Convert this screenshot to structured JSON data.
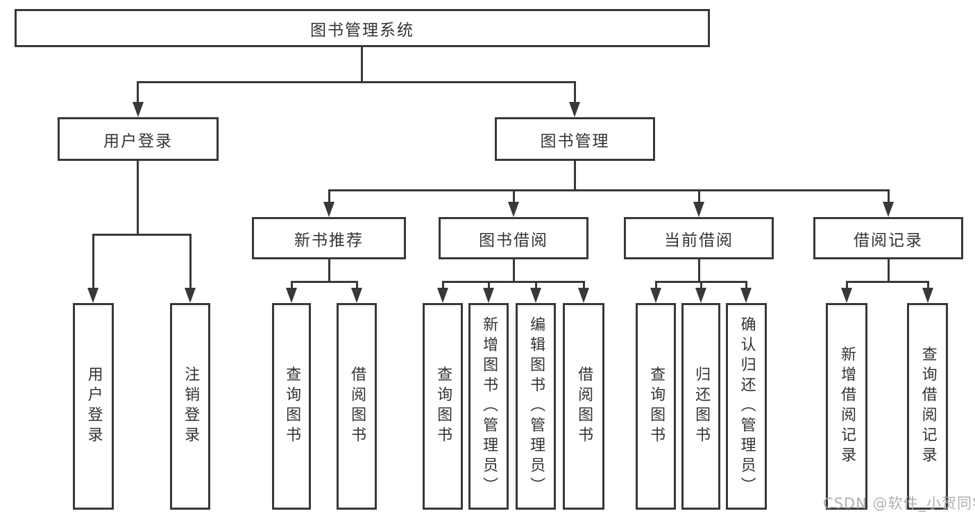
{
  "tree": {
    "root": {
      "label": "图书管理系统"
    },
    "branches": [
      {
        "label": "用户登录",
        "children": [
          {
            "label": "用户登录"
          },
          {
            "label": "注销登录"
          }
        ]
      },
      {
        "label": "图书管理",
        "children": [
          {
            "label": "新书推荐",
            "children": [
              {
                "label": "查询图书"
              },
              {
                "label": "借阅图书"
              }
            ]
          },
          {
            "label": "图书借阅",
            "children": [
              {
                "label": "查询图书"
              },
              {
                "label": "新增图书（管理员）"
              },
              {
                "label": "编辑图书（管理员）"
              },
              {
                "label": "借阅图书"
              }
            ]
          },
          {
            "label": "当前借阅",
            "children": [
              {
                "label": "查询图书"
              },
              {
                "label": "归还图书"
              },
              {
                "label": "确认归还（管理员）"
              }
            ]
          },
          {
            "label": "借阅记录",
            "children": [
              {
                "label": "新增借阅记录"
              },
              {
                "label": "查询借阅记录"
              }
            ]
          }
        ]
      }
    ]
  },
  "watermark": {
    "text": "CSDN @软件_小贺同学"
  },
  "colors": {
    "line": "#383838",
    "text": "#333333",
    "background": "#ffffff",
    "watermark": "#a8a8a8"
  }
}
